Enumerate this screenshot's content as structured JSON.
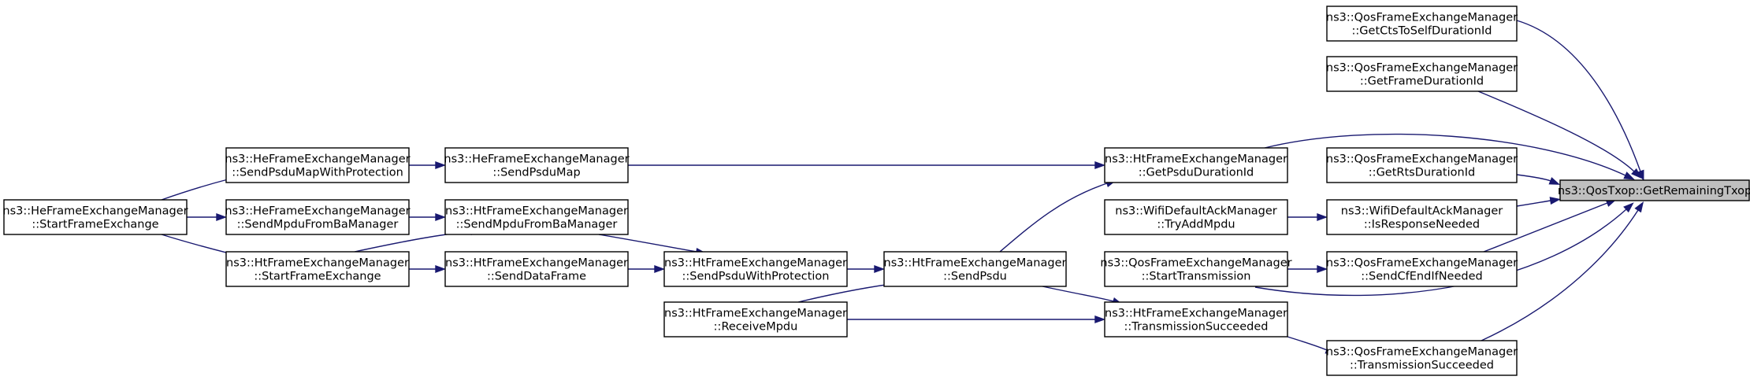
{
  "diagram": {
    "type": "call-graph",
    "colors": {
      "edge": "#191970",
      "node_border": "#000000",
      "node_fill": "#ffffff",
      "root_fill": "#bfbfbf"
    },
    "nodes": [
      {
        "id": "root",
        "lines": [
          "ns3::QosTxop::GetRemainingTxop"
        ],
        "root": true
      },
      {
        "id": "qos_getcts",
        "lines": [
          "ns3::QosFrameExchangeManager",
          "::GetCtsToSelfDurationId"
        ]
      },
      {
        "id": "qos_getframe",
        "lines": [
          "ns3::QosFrameExchangeManager",
          "::GetFrameDurationId"
        ]
      },
      {
        "id": "ht_getpsdu",
        "lines": [
          "ns3::HtFrameExchangeManager",
          "::GetPsduDurationId"
        ]
      },
      {
        "id": "qos_getrts",
        "lines": [
          "ns3::QosFrameExchangeManager",
          "::GetRtsDurationId"
        ]
      },
      {
        "id": "wifi_isresp",
        "lines": [
          "ns3::WifiDefaultAckManager",
          "::IsResponseNeeded"
        ]
      },
      {
        "id": "wifi_tryadd",
        "lines": [
          "ns3::WifiDefaultAckManager",
          "::TryAddMpdu"
        ]
      },
      {
        "id": "qos_sendcfend",
        "lines": [
          "ns3::QosFrameExchangeManager",
          "::SendCfEndIfNeeded"
        ]
      },
      {
        "id": "qos_starttx",
        "lines": [
          "ns3::QosFrameExchangeManager",
          "::StartTransmission"
        ]
      },
      {
        "id": "ht_txsucc",
        "lines": [
          "ns3::HtFrameExchangeManager",
          "::TransmissionSucceeded"
        ]
      },
      {
        "id": "qos_txsucc",
        "lines": [
          "ns3::QosFrameExchangeManager",
          "::TransmissionSucceeded"
        ]
      },
      {
        "id": "ht_sendpsdu",
        "lines": [
          "ns3::HtFrameExchangeManager",
          "::SendPsdu"
        ]
      },
      {
        "id": "ht_receivempdu",
        "lines": [
          "ns3::HtFrameExchangeManager",
          "::ReceiveMpdu"
        ]
      },
      {
        "id": "ht_sendpsduprot",
        "lines": [
          "ns3::HtFrameExchangeManager",
          "::SendPsduWithProtection"
        ]
      },
      {
        "id": "ht_senddata",
        "lines": [
          "ns3::HtFrameExchangeManager",
          "::SendDataFrame"
        ]
      },
      {
        "id": "ht_sendmpduba",
        "lines": [
          "ns3::HtFrameExchangeManager",
          "::SendMpduFromBaManager"
        ]
      },
      {
        "id": "he_sendpsdumap",
        "lines": [
          "ns3::HeFrameExchangeManager",
          "::SendPsduMap"
        ]
      },
      {
        "id": "he_sendpsdumapprot",
        "lines": [
          "ns3::HeFrameExchangeManager",
          "::SendPsduMapWithProtection"
        ]
      },
      {
        "id": "he_sendmpduba",
        "lines": [
          "ns3::HeFrameExchangeManager",
          "::SendMpduFromBaManager"
        ]
      },
      {
        "id": "ht_startfe",
        "lines": [
          "ns3::HtFrameExchangeManager",
          "::StartFrameExchange"
        ]
      },
      {
        "id": "he_startfe",
        "lines": [
          "ns3::HeFrameExchangeManager",
          "::StartFrameExchange"
        ]
      }
    ],
    "edges": [
      {
        "from": "qos_getcts",
        "to": "root"
      },
      {
        "from": "qos_getframe",
        "to": "root"
      },
      {
        "from": "ht_getpsdu",
        "to": "root"
      },
      {
        "from": "qos_getrts",
        "to": "root"
      },
      {
        "from": "wifi_isresp",
        "to": "root"
      },
      {
        "from": "qos_sendcfend",
        "to": "root"
      },
      {
        "from": "qos_starttx",
        "to": "root"
      },
      {
        "from": "qos_txsucc",
        "to": "root"
      },
      {
        "from": "he_sendpsdumap",
        "to": "ht_getpsdu"
      },
      {
        "from": "ht_sendpsdu",
        "to": "ht_getpsdu"
      },
      {
        "from": "wifi_tryadd",
        "to": "wifi_isresp"
      },
      {
        "from": "qos_starttx",
        "to": "qos_sendcfend"
      },
      {
        "from": "ht_txsucc",
        "to": "qos_txsucc"
      },
      {
        "from": "ht_sendpsdu",
        "to": "ht_txsucc"
      },
      {
        "from": "ht_receivempdu",
        "to": "ht_txsucc"
      },
      {
        "from": "ht_sendpsduprot",
        "to": "ht_sendpsdu"
      },
      {
        "from": "ht_receivempdu",
        "to": "ht_sendpsdu"
      },
      {
        "from": "ht_senddata",
        "to": "ht_sendpsduprot"
      },
      {
        "from": "ht_sendmpduba",
        "to": "ht_sendpsduprot"
      },
      {
        "from": "ht_startfe",
        "to": "ht_senddata"
      },
      {
        "from": "ht_startfe",
        "to": "ht_sendmpduba"
      },
      {
        "from": "he_sendmpduba",
        "to": "ht_sendmpduba"
      },
      {
        "from": "he_sendpsdumapprot",
        "to": "he_sendpsdumap"
      },
      {
        "from": "he_startfe",
        "to": "he_sendpsdumapprot"
      },
      {
        "from": "he_startfe",
        "to": "he_sendmpduba"
      },
      {
        "from": "he_startfe",
        "to": "ht_startfe"
      }
    ]
  }
}
